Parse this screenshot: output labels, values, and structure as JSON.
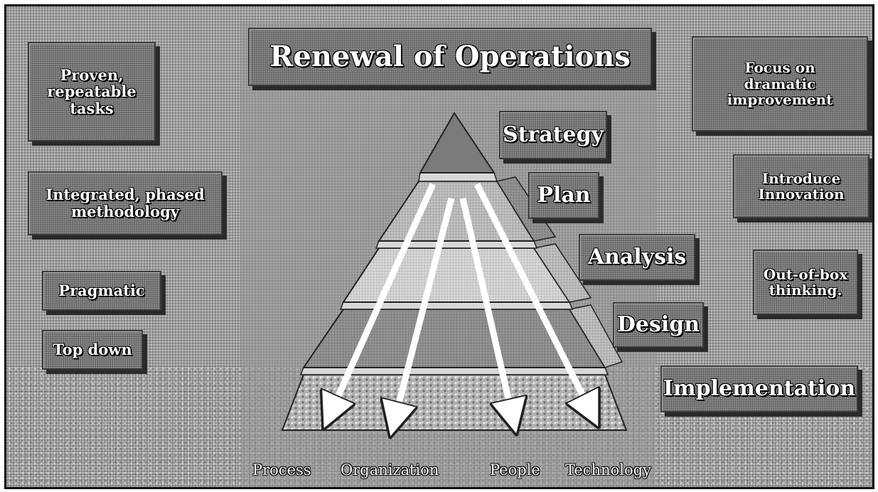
{
  "title": "Renewal of Operations",
  "left_items": [
    "Proven,\nrepeatable\ntasks",
    "Integrated, phased\nmethodology",
    "Pragmatic",
    "Top down"
  ],
  "right_items": [
    "Focus on\ndramatic\nimprovement",
    "Introduce\nInnovation",
    "Out-of-box\nthinking."
  ],
  "stages": [
    "Strategy",
    "Plan",
    "Analysis",
    "Design",
    "Implementation"
  ],
  "dimensions": [
    "Process",
    "Organization",
    "People",
    "Technology"
  ],
  "colors": {
    "background": "#9d9d9d",
    "box": "#7a7a7a",
    "pyramid_apex": "#7b7b7b",
    "pyramid_light": "#c9c9c9",
    "pyramid_dark": "#8a8a8a",
    "arrow": "#ffffff"
  }
}
